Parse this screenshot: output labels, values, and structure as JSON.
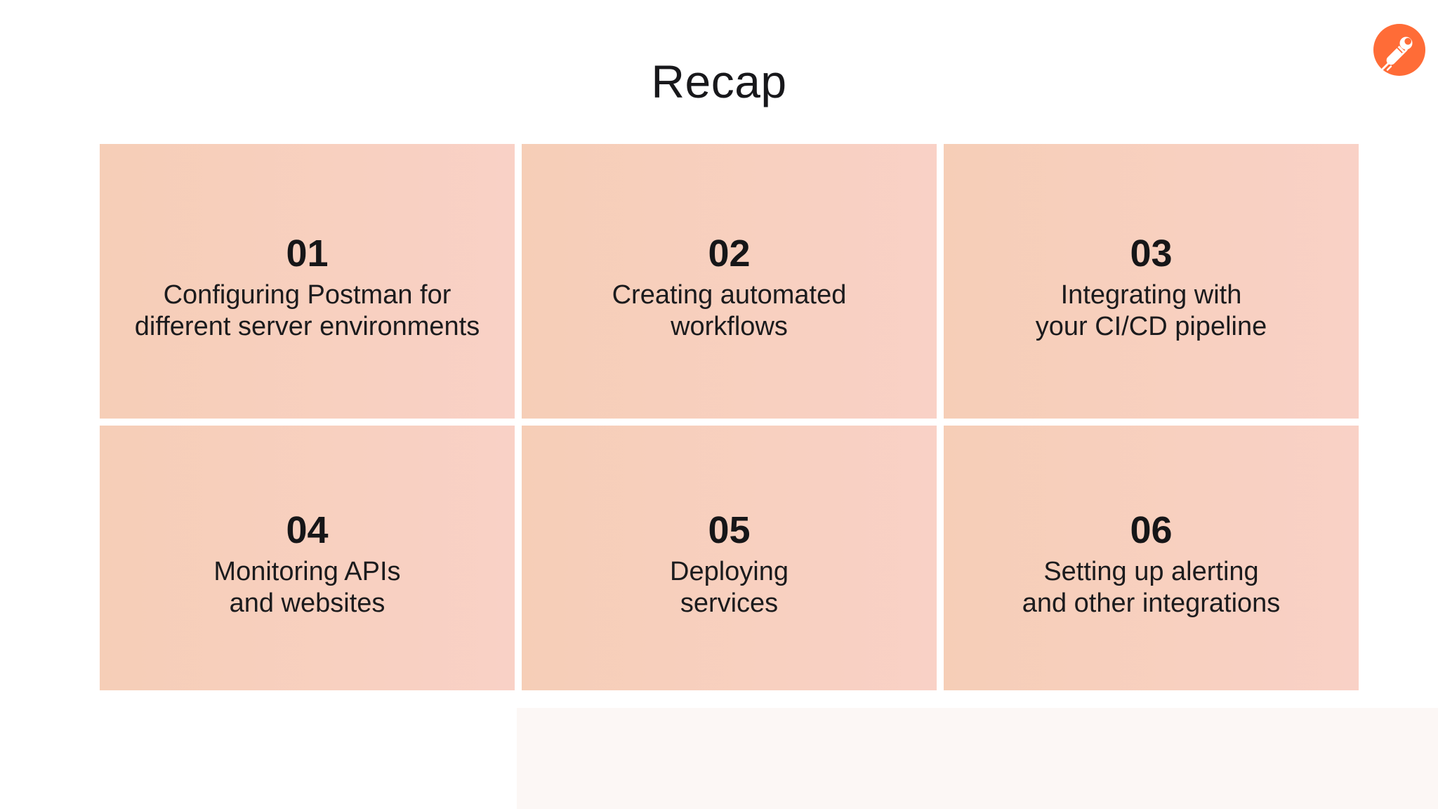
{
  "page": {
    "title": "Recap"
  },
  "brand": {
    "logo": "postman-logo",
    "accent_color": "#FF6C37"
  },
  "colors": {
    "background": "#FFFFFF",
    "card_gradient_start": "#F6CEB7",
    "card_gradient_end": "#F9D1C6",
    "text": "#1B1B1D",
    "bottom_panel": "#FCF7F5"
  },
  "cards": [
    {
      "number": "01",
      "line1": "Configuring Postman for",
      "line2": "different server environments"
    },
    {
      "number": "02",
      "line1": "Creating automated",
      "line2": "workflows"
    },
    {
      "number": "03",
      "line1": "Integrating with",
      "line2": "your CI/CD pipeline"
    },
    {
      "number": "04",
      "line1": "Monitoring APIs",
      "line2": "and websites"
    },
    {
      "number": "05",
      "line1": "Deploying",
      "line2": "services"
    },
    {
      "number": "06",
      "line1": "Setting up alerting",
      "line2": "and other integrations"
    }
  ]
}
